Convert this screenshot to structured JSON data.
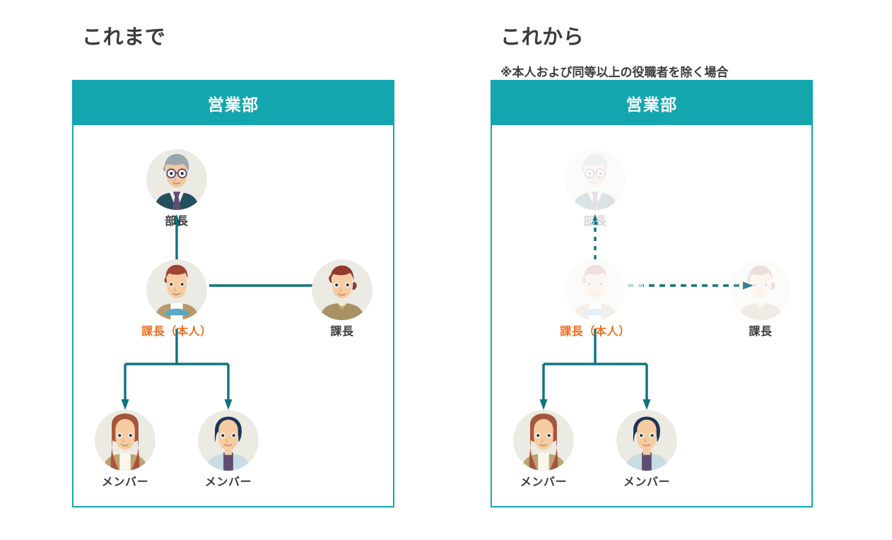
{
  "palette": {
    "panel_header_bg": "#14A6AF",
    "panel_border": "#14A6AF",
    "arrow": "#0D7380",
    "self_label": "#F26E21",
    "text": "#3b3b3b",
    "dim_label": "#d6d6d6",
    "avatar_bg": "#EBEAE3",
    "page_bg": "#ffffff"
  },
  "columns": [
    {
      "id": "before",
      "title": "これまで",
      "note": "",
      "panel_header": "営業部",
      "dimmed": false,
      "arrow_style": "solid",
      "nodes": {
        "bucho": {
          "label": "部長",
          "avatar": "older-man-glasses-suit-avatar",
          "dim": false,
          "label_dim": false
        },
        "self": {
          "label": "課長（本人）",
          "avatar": "man-khaki-jacket-avatar",
          "dim": false,
          "label_dim": false,
          "highlight": true
        },
        "peer": {
          "label": "課長",
          "avatar": "woman-bun-olive-top-avatar",
          "dim": false,
          "label_dim": false
        },
        "member1": {
          "label": "メンバー",
          "avatar": "woman-long-hair-tan-cardigan-avatar",
          "dim": false,
          "label_dim": false
        },
        "member2": {
          "label": "メンバー",
          "avatar": "person-navy-bob-blue-top-avatar",
          "dim": false,
          "label_dim": false
        }
      }
    },
    {
      "id": "after",
      "title": "これから",
      "note": "※本人および同等以上の役職者を除く場合",
      "panel_header": "営業部",
      "dimmed": true,
      "arrow_style": "dashed",
      "nodes": {
        "bucho": {
          "label": "部長",
          "avatar": "older-man-glasses-suit-avatar",
          "dim": true,
          "label_dim": true
        },
        "self": {
          "label": "課長（本人）",
          "avatar": "man-khaki-jacket-avatar",
          "dim": true,
          "label_dim": false,
          "highlight": true
        },
        "peer": {
          "label": "課長",
          "avatar": "woman-bun-olive-top-avatar",
          "dim": true,
          "label_dim": false
        },
        "member1": {
          "label": "メンバー",
          "avatar": "woman-long-hair-tan-cardigan-avatar",
          "dim": false,
          "label_dim": false
        },
        "member2": {
          "label": "メンバー",
          "avatar": "person-navy-bob-blue-top-avatar",
          "dim": false,
          "label_dim": false
        }
      }
    }
  ],
  "chart_data": {
    "type": "diagram",
    "title": "組織図：これまで / これから",
    "diagram_kind": "org-chart-comparison",
    "nodes": [
      {
        "id": "bucho",
        "label": "部長",
        "level": 1
      },
      {
        "id": "self",
        "label": "課長（本人）",
        "level": 2,
        "highlight": true
      },
      {
        "id": "peer",
        "label": "課長",
        "level": 2
      },
      {
        "id": "member1",
        "label": "メンバー",
        "level": 3
      },
      {
        "id": "member2",
        "label": "メンバー",
        "level": 3
      }
    ],
    "edges": [
      {
        "from": "self",
        "to": "bucho",
        "direction": "up",
        "before": "solid",
        "after": "dashed"
      },
      {
        "from": "self",
        "to": "peer",
        "direction": "right",
        "before": "solid",
        "after": "dashed"
      },
      {
        "from": "self",
        "to": "member1",
        "direction": "down",
        "before": "solid",
        "after": "solid"
      },
      {
        "from": "self",
        "to": "member2",
        "direction": "down",
        "before": "solid",
        "after": "solid"
      }
    ]
  }
}
